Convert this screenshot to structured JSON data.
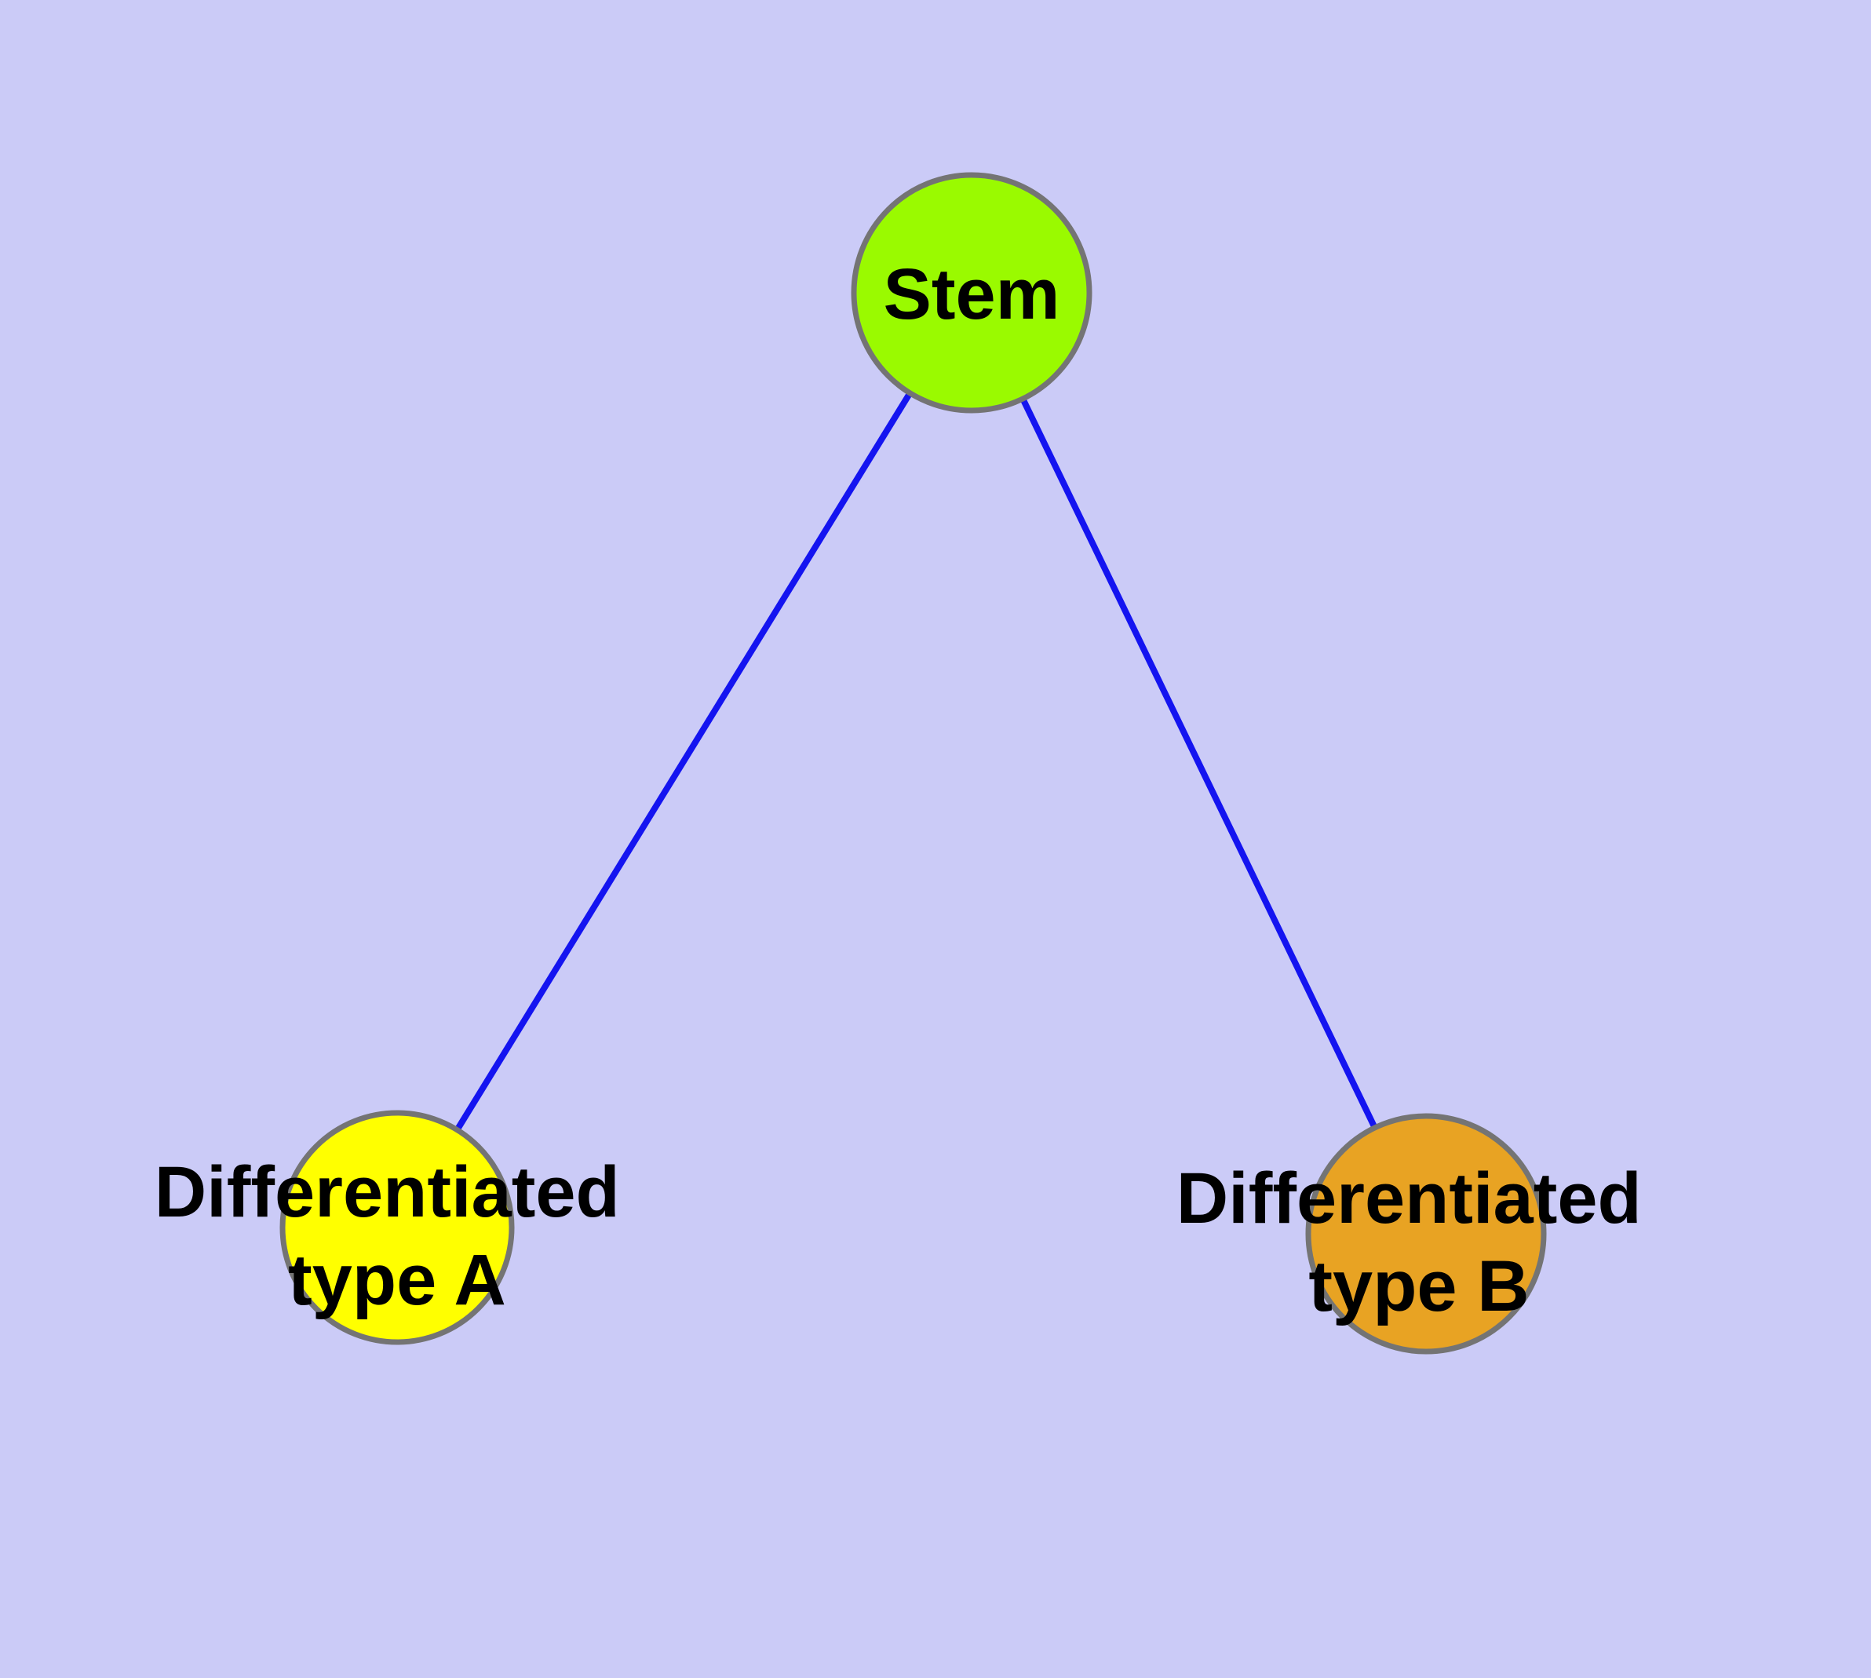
{
  "diagram": {
    "background_color": "#CBCBF7",
    "edge_color": "#1414F0",
    "node_border_color": "#747474",
    "label_color": "#000000",
    "nodes": {
      "stem": {
        "label": "Stem",
        "fill": "#9AFA00"
      },
      "type_a": {
        "label_line1": "Differentiated",
        "label_line2": "type A",
        "fill": "#FFFF00"
      },
      "type_b": {
        "label_line1": "Differentiated",
        "label_line2": "type B",
        "fill": "#E8A323"
      }
    },
    "edges": [
      {
        "from": "stem",
        "to": "type_a"
      },
      {
        "from": "stem",
        "to": "type_b"
      }
    ]
  }
}
